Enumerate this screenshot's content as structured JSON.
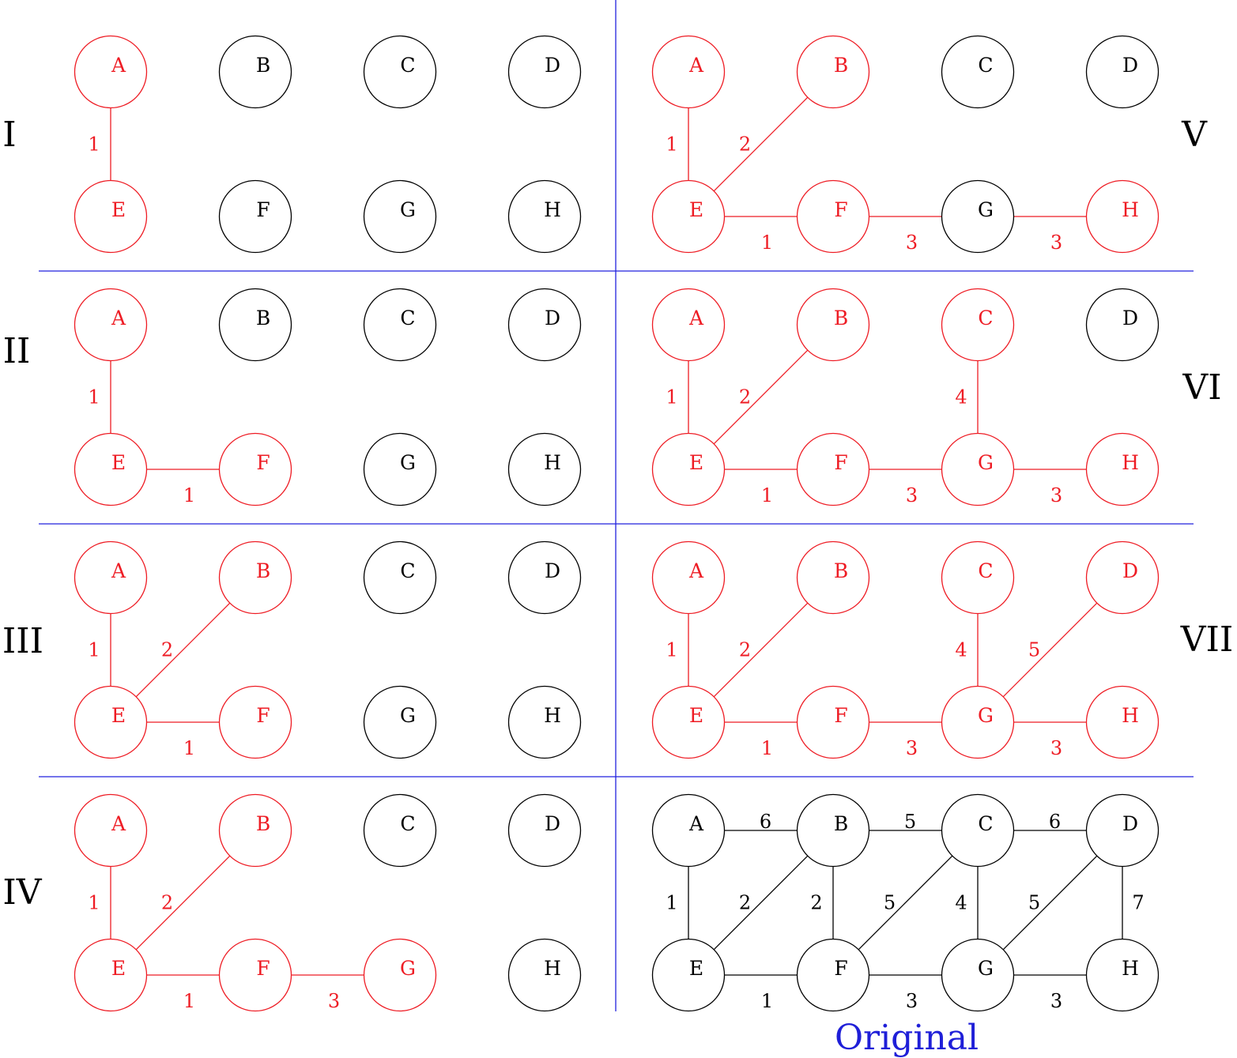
{
  "colors": {
    "highlight": "#ee1c24",
    "base": "#000000",
    "separator": "#2222dd",
    "caption": "#1f1fd8"
  },
  "nodes": [
    "A",
    "B",
    "C",
    "D",
    "E",
    "F",
    "G",
    "H"
  ],
  "original_graph": {
    "edges": [
      {
        "from": "A",
        "to": "B",
        "weight": "6"
      },
      {
        "from": "B",
        "to": "C",
        "weight": "5"
      },
      {
        "from": "C",
        "to": "D",
        "weight": "6"
      },
      {
        "from": "A",
        "to": "E",
        "weight": "1"
      },
      {
        "from": "B",
        "to": "E",
        "weight": "2"
      },
      {
        "from": "B",
        "to": "F",
        "weight": "2"
      },
      {
        "from": "C",
        "to": "F",
        "weight": "5"
      },
      {
        "from": "C",
        "to": "G",
        "weight": "4"
      },
      {
        "from": "D",
        "to": "G",
        "weight": "5"
      },
      {
        "from": "D",
        "to": "H",
        "weight": "7"
      },
      {
        "from": "E",
        "to": "F",
        "weight": "1"
      },
      {
        "from": "F",
        "to": "G",
        "weight": "3"
      },
      {
        "from": "G",
        "to": "H",
        "weight": "3"
      }
    ]
  },
  "panels": [
    {
      "label": "I",
      "red_nodes": [
        "A",
        "E"
      ],
      "edges": [
        {
          "from": "A",
          "to": "E",
          "weight": "1"
        }
      ]
    },
    {
      "label": "II",
      "red_nodes": [
        "A",
        "E",
        "F"
      ],
      "edges": [
        {
          "from": "A",
          "to": "E",
          "weight": "1"
        },
        {
          "from": "E",
          "to": "F",
          "weight": "1"
        }
      ]
    },
    {
      "label": "III",
      "red_nodes": [
        "A",
        "B",
        "E",
        "F"
      ],
      "edges": [
        {
          "from": "A",
          "to": "E",
          "weight": "1"
        },
        {
          "from": "B",
          "to": "E",
          "weight": "2"
        },
        {
          "from": "E",
          "to": "F",
          "weight": "1"
        }
      ]
    },
    {
      "label": "IV",
      "red_nodes": [
        "A",
        "B",
        "E",
        "F",
        "G"
      ],
      "edges": [
        {
          "from": "A",
          "to": "E",
          "weight": "1"
        },
        {
          "from": "B",
          "to": "E",
          "weight": "2"
        },
        {
          "from": "E",
          "to": "F",
          "weight": "1"
        },
        {
          "from": "F",
          "to": "G",
          "weight": "3"
        }
      ]
    },
    {
      "label": "V",
      "red_nodes": [
        "A",
        "B",
        "E",
        "F",
        "H"
      ],
      "edges": [
        {
          "from": "A",
          "to": "E",
          "weight": "1"
        },
        {
          "from": "B",
          "to": "E",
          "weight": "2"
        },
        {
          "from": "E",
          "to": "F",
          "weight": "1"
        },
        {
          "from": "F",
          "to": "G",
          "weight": "3"
        },
        {
          "from": "G",
          "to": "H",
          "weight": "3"
        }
      ]
    },
    {
      "label": "VI",
      "red_nodes": [
        "A",
        "B",
        "C",
        "E",
        "F",
        "G",
        "H"
      ],
      "edges": [
        {
          "from": "A",
          "to": "E",
          "weight": "1"
        },
        {
          "from": "B",
          "to": "E",
          "weight": "2"
        },
        {
          "from": "C",
          "to": "G",
          "weight": "4"
        },
        {
          "from": "E",
          "to": "F",
          "weight": "1"
        },
        {
          "from": "F",
          "to": "G",
          "weight": "3"
        },
        {
          "from": "G",
          "to": "H",
          "weight": "3"
        }
      ]
    },
    {
      "label": "VII",
      "red_nodes": [
        "A",
        "B",
        "C",
        "D",
        "E",
        "F",
        "G",
        "H"
      ],
      "edges": [
        {
          "from": "A",
          "to": "E",
          "weight": "1"
        },
        {
          "from": "B",
          "to": "E",
          "weight": "2"
        },
        {
          "from": "C",
          "to": "G",
          "weight": "4"
        },
        {
          "from": "D",
          "to": "G",
          "weight": "5"
        },
        {
          "from": "E",
          "to": "F",
          "weight": "1"
        },
        {
          "from": "F",
          "to": "G",
          "weight": "3"
        },
        {
          "from": "G",
          "to": "H",
          "weight": "3"
        }
      ]
    }
  ],
  "original_caption": "Original"
}
